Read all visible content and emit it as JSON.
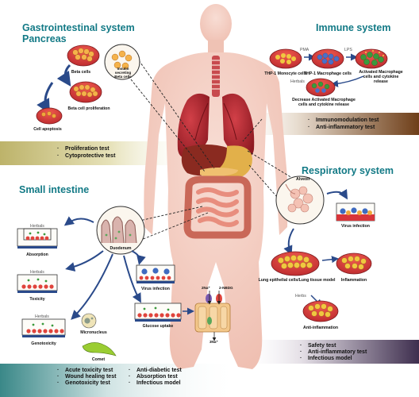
{
  "colors": {
    "title": "#137a86",
    "body_skin": "#f2c9bd",
    "lung": "#b8242c",
    "liver": "#8a2a20",
    "stomach": "#e2b04a",
    "intestine": "#d97a6a",
    "cell_red": "#e0443c",
    "cell_orange": "#f0a83c",
    "cell_blue": "#3f6ec8",
    "cell_green": "#3a9a3c",
    "dish_red": "#d8353a",
    "test_band_olive": "#c8c07a",
    "test_band_brown": "#7a4a22",
    "test_band_purple": "#4a3a5a",
    "test_band_teal": "#3e8a8a"
  },
  "sections": {
    "gi": {
      "title_line1": "Gastrointestinal system",
      "title_line2": "Pancreas"
    },
    "immune": {
      "title": "Immune system"
    },
    "respiratory": {
      "title": "Respiratory system"
    },
    "small_intestine": {
      "title": "Small intestine"
    }
  },
  "pancreas_labels": {
    "beta_cells": "Beta cells",
    "insulin_secreting": "Insulin secreting Beta cells",
    "beta_proliferation": "Beta cell proliferation",
    "apoptosis": "Cell apoptosis"
  },
  "immune_labels": {
    "pma": "PMA",
    "lps": "LPS",
    "monocyte": "THP-1 Monocyte cells",
    "macrophage": "THP-1 Macrophage cells",
    "activated": "Activated Macrophage cells and cytokine release",
    "herbals": "Herbals",
    "decrease": "Decrease Activated Macrophage cells and cytokine release"
  },
  "respiratory_labels": {
    "alveoli": "Alveoli",
    "virus_infection": "Virus infection",
    "lung_model": "Lung epithelial cells/Lung tissue model",
    "inflammation": "Inflammation",
    "herbs": "Herbs",
    "anti_inflammation": "Anti-inflammation"
  },
  "intestine_labels": {
    "herbals_absorption": "Herbals",
    "absorption": "Absorption",
    "duodenum": "Duodenum",
    "herbals_toxicity": "Herbals",
    "toxicity": "Toxicity",
    "virus_infection": "Virus infection",
    "herbals_genotox": "Herbals",
    "genotoxicity": "Genotoxicity",
    "micronucleus": "Micronucleus",
    "comet": "Comet",
    "glucose_uptake": "Glucose uptake",
    "na_in": "2Na⁺",
    "nbdg": "2-NBDG",
    "na_out": "3Na⁺"
  },
  "tests": {
    "pancreas": [
      "Proliferation test",
      "Cytoprotective test"
    ],
    "immune": [
      "Immunomodulation test",
      "Anti-inflammatory test"
    ],
    "respiratory": [
      "Safety test",
      "Anti-inflammatory test",
      "Infectious model"
    ],
    "intestine_col1": [
      "Acute toxicity test",
      "Wound healing test",
      "Genotoxicity test"
    ],
    "intestine_col2": [
      "Anti-diabetic test",
      "Absorption test",
      "Infectious model"
    ]
  }
}
